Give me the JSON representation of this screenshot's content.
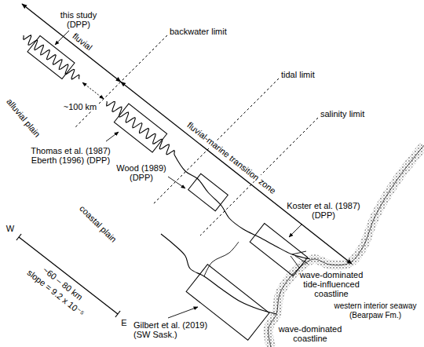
{
  "diagram": {
    "labels": [
      "fluvial",
      "backwater limit",
      "tidal limit",
      "salinity limit",
      "this study (DPP)",
      "~100 km",
      "Thomas et al. (1987) Eberth (1996) (DPP)",
      "fluvial-marine transition zone",
      "alluvial plain",
      "Wood (1989) (DPP)",
      "coastal plain",
      "Koster et al. (1987) (DPP)",
      "wave-dominated tide-influenced coastline",
      "W",
      "E",
      "~60 – 80 km",
      "slope = 9.2 x 10⁻⁵",
      "Gilbert et al. (2019) (SW Sask.)",
      "wave-dominated coastline",
      "western interior seaway (Bearpaw Fm.)"
    ]
  }
}
